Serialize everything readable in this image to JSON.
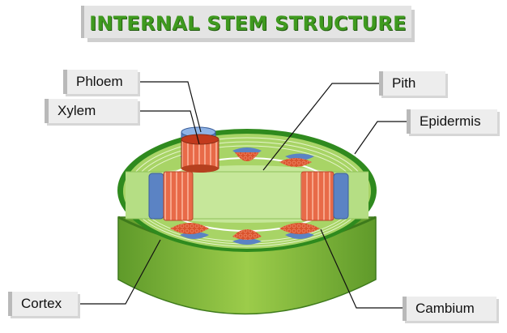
{
  "title": "INTERNAL STEM STRUCTURE",
  "labels": {
    "phloem": "Phloem",
    "xylem": "Xylem",
    "pith": "Pith",
    "epidermis": "Epidermis",
    "cortex": "Cortex",
    "cambium": "Cambium"
  },
  "colors": {
    "title": "#3f9a1f",
    "epidermis": "#4fa52a",
    "cortex": "#a8d466",
    "pith": "#b5de84",
    "xylem": "#d9532d",
    "phloem": "#5b83c4"
  }
}
